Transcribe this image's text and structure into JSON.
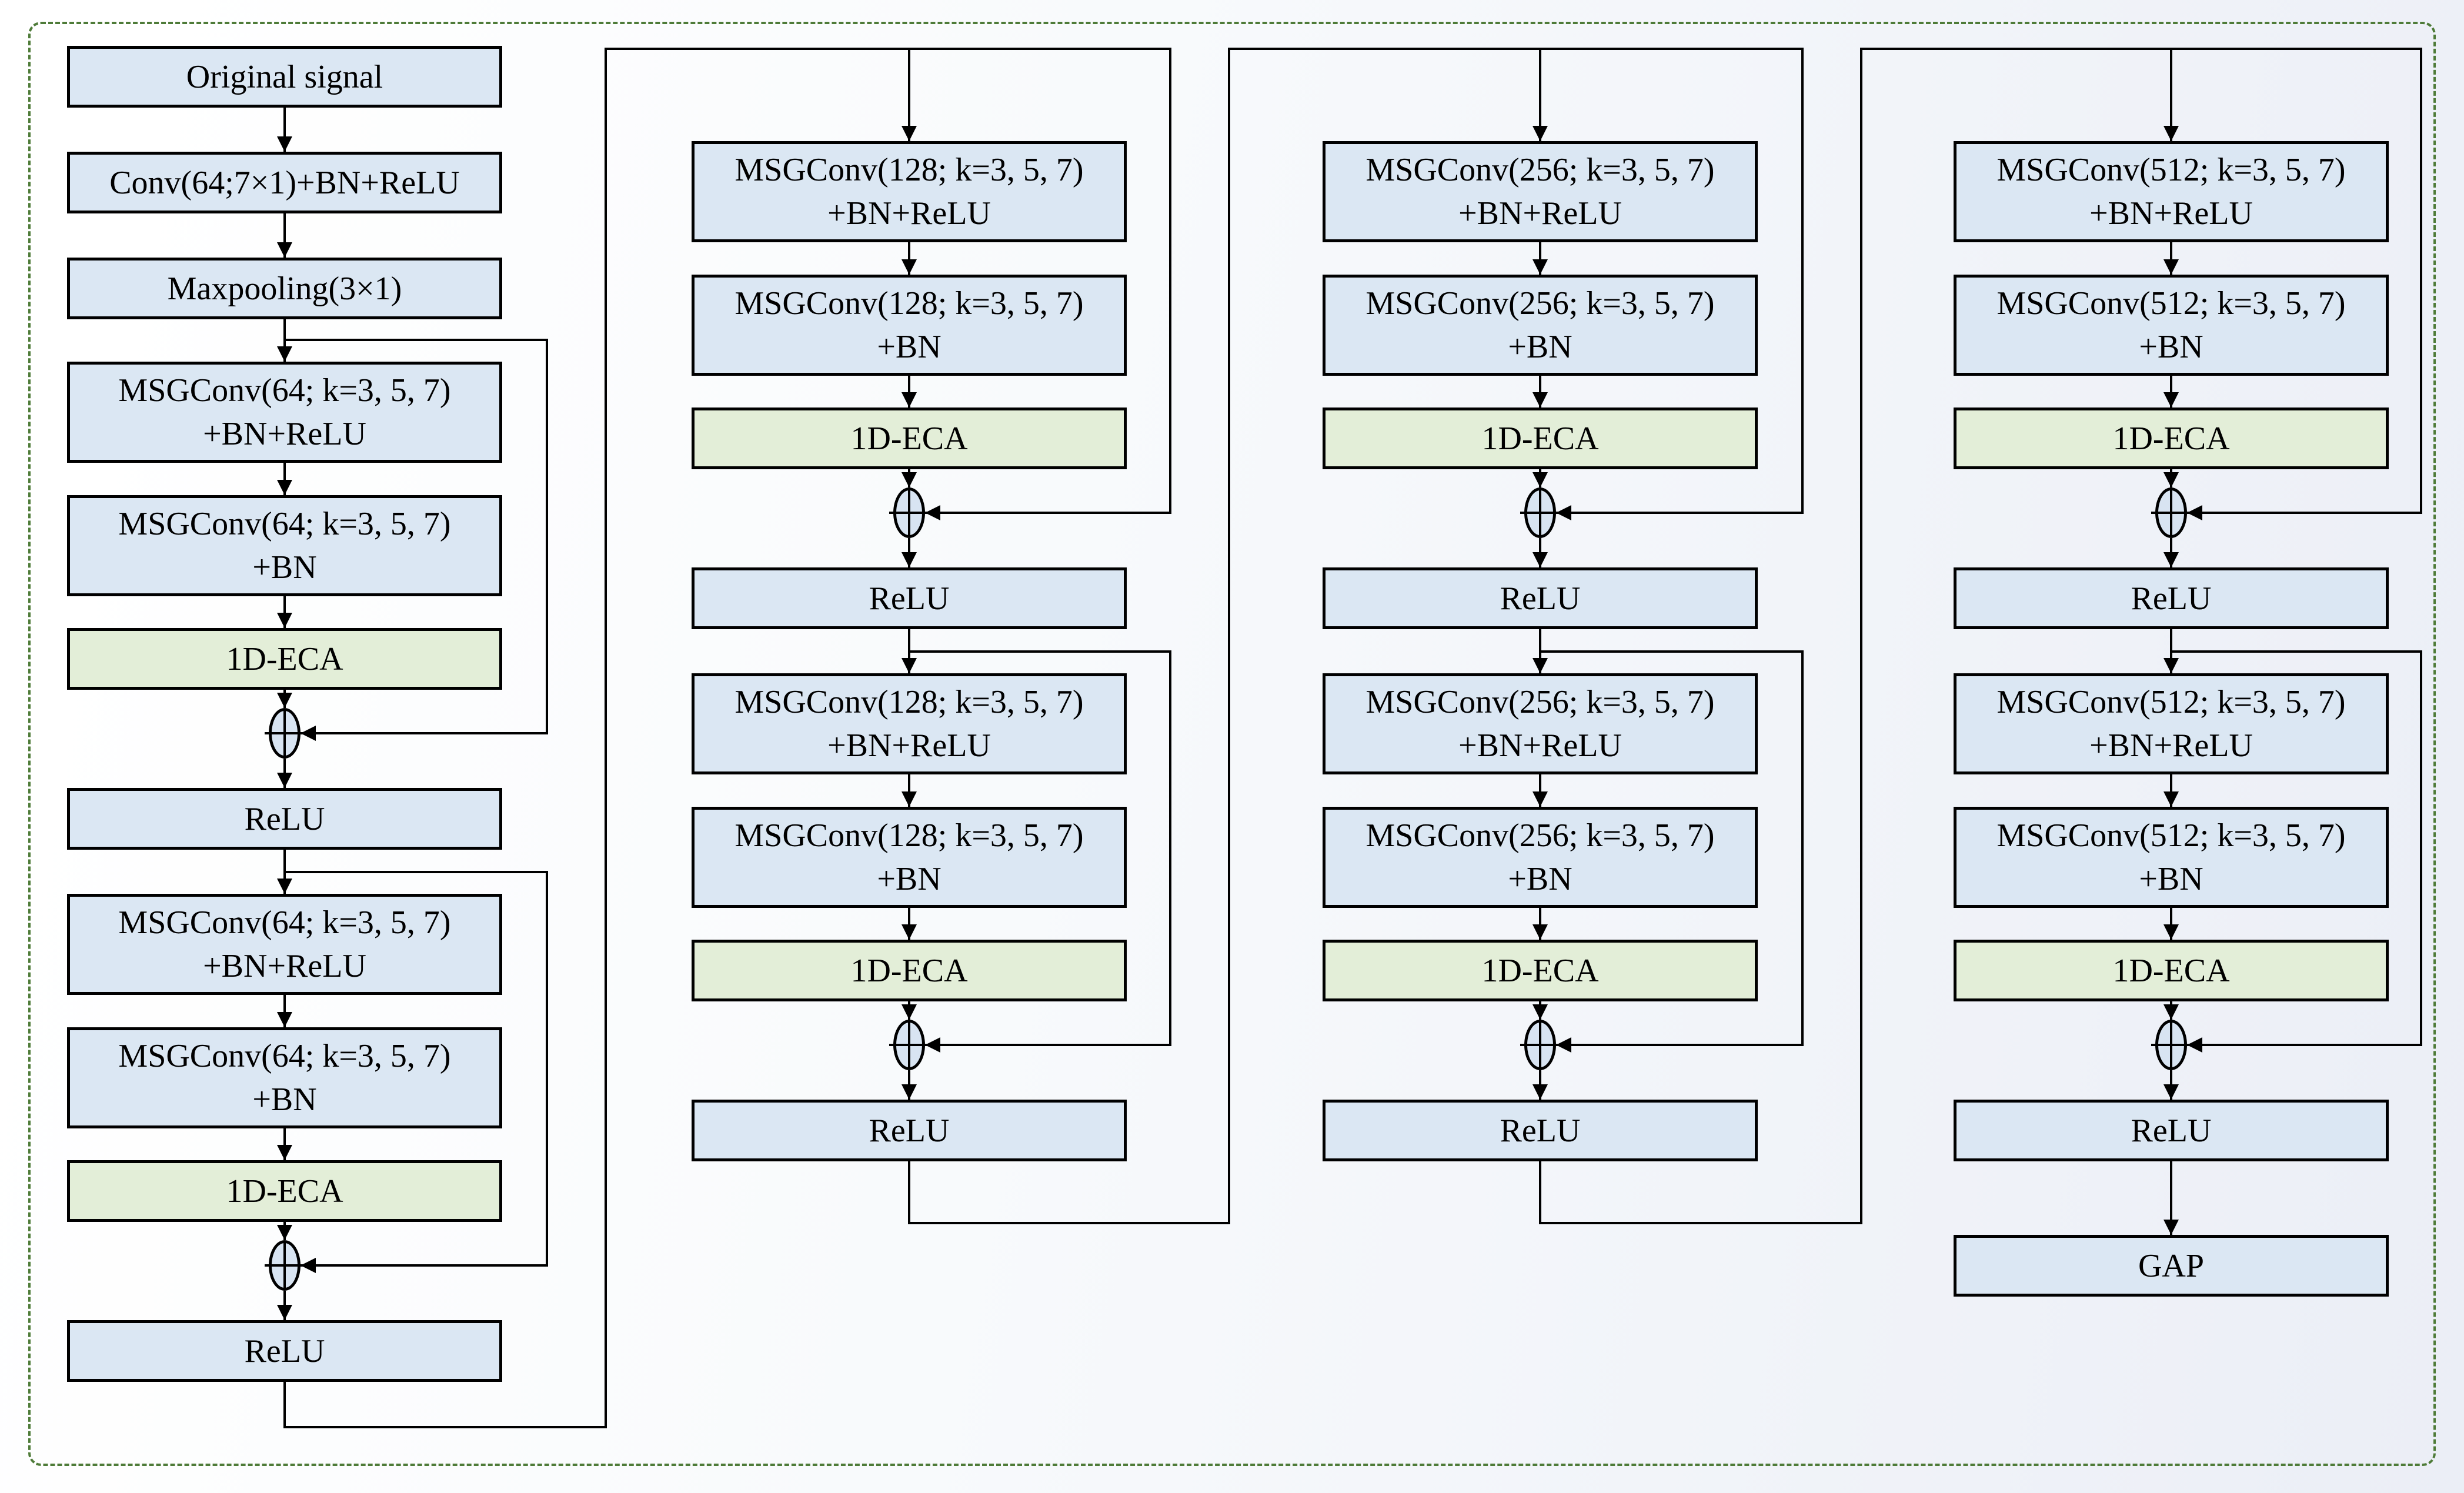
{
  "diagram": {
    "type": "neural-network-flowchart",
    "colors": {
      "block_fill": "#dbe7f3",
      "attention_fill": "#e3eed8",
      "sum_fill": "#d8e4f2",
      "line": "#000000",
      "frame_dash": "#4e7b38"
    },
    "icons": {
      "sum_node": "⊕",
      "arrow": "▼"
    },
    "columns": [
      {
        "boxes": [
          {
            "text": "Original signal"
          },
          {
            "text": "Conv(64;7×1)+BN+ReLU"
          },
          {
            "text": "Maxpooling(3×1)"
          },
          {
            "line1": "MSGConv(64; k=3, 5, 7)",
            "line2": "+BN+ReLU"
          },
          {
            "line1": "MSGConv(64; k=3, 5, 7)",
            "line2": "+BN"
          },
          {
            "text": "1D-ECA"
          },
          {
            "text": "ReLU"
          },
          {
            "line1": "MSGConv(64; k=3, 5, 7)",
            "line2": "+BN+ReLU"
          },
          {
            "line1": "MSGConv(64; k=3, 5, 7)",
            "line2": "+BN"
          },
          {
            "text": "1D-ECA"
          },
          {
            "text": "ReLU"
          }
        ]
      },
      {
        "boxes": [
          {
            "line1": "MSGConv(128; k=3, 5, 7)",
            "line2": "+BN+ReLU"
          },
          {
            "line1": "MSGConv(128; k=3, 5, 7)",
            "line2": "+BN"
          },
          {
            "text": "1D-ECA"
          },
          {
            "text": "ReLU"
          },
          {
            "line1": "MSGConv(128; k=3, 5, 7)",
            "line2": "+BN+ReLU"
          },
          {
            "line1": "MSGConv(128; k=3, 5, 7)",
            "line2": "+BN"
          },
          {
            "text": "1D-ECA"
          },
          {
            "text": "ReLU"
          }
        ]
      },
      {
        "boxes": [
          {
            "line1": "MSGConv(256; k=3, 5, 7)",
            "line2": "+BN+ReLU"
          },
          {
            "line1": "MSGConv(256; k=3, 5, 7)",
            "line2": "+BN"
          },
          {
            "text": "1D-ECA"
          },
          {
            "text": "ReLU"
          },
          {
            "line1": "MSGConv(256; k=3, 5, 7)",
            "line2": "+BN+ReLU"
          },
          {
            "line1": "MSGConv(256; k=3, 5, 7)",
            "line2": "+BN"
          },
          {
            "text": "1D-ECA"
          },
          {
            "text": "ReLU"
          }
        ]
      },
      {
        "boxes": [
          {
            "line1": "MSGConv(512; k=3, 5, 7)",
            "line2": "+BN+ReLU"
          },
          {
            "line1": "MSGConv(512; k=3, 5, 7)",
            "line2": "+BN"
          },
          {
            "text": "1D-ECA"
          },
          {
            "text": "ReLU"
          },
          {
            "line1": "MSGConv(512; k=3, 5, 7)",
            "line2": "+BN+ReLU"
          },
          {
            "line1": "MSGConv(512; k=3, 5, 7)",
            "line2": "+BN"
          },
          {
            "text": "1D-ECA"
          },
          {
            "text": "ReLU"
          },
          {
            "text": "GAP"
          }
        ]
      }
    ]
  }
}
